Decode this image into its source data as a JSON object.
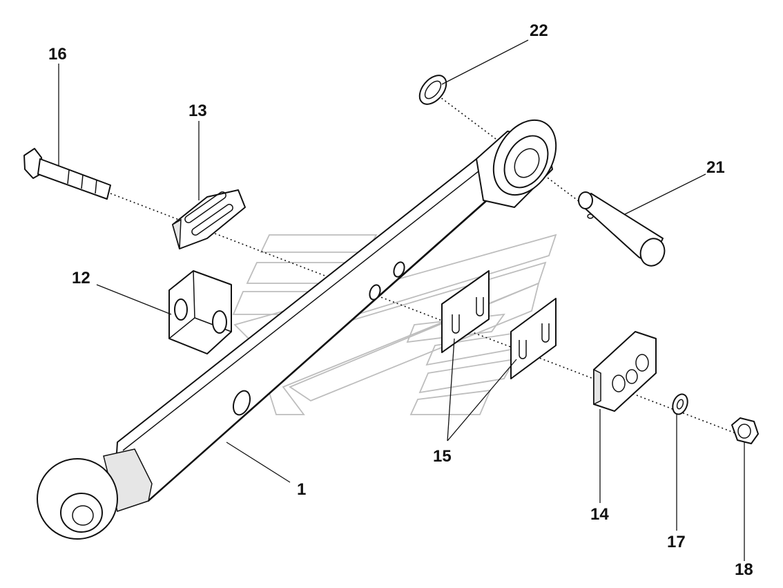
{
  "diagram": {
    "callouts": [
      {
        "id": "16",
        "label": "16"
      },
      {
        "id": "13",
        "label": "13"
      },
      {
        "id": "12",
        "label": "12"
      },
      {
        "id": "22",
        "label": "22"
      },
      {
        "id": "21",
        "label": "21"
      },
      {
        "id": "15",
        "label": "15"
      },
      {
        "id": "1",
        "label": "1"
      },
      {
        "id": "14",
        "label": "14"
      },
      {
        "id": "17",
        "label": "17"
      },
      {
        "id": "18",
        "label": "18"
      }
    ],
    "colors": {
      "line": "#111111",
      "paper": "#ffffff",
      "watermark": "#bdbdbd"
    }
  }
}
